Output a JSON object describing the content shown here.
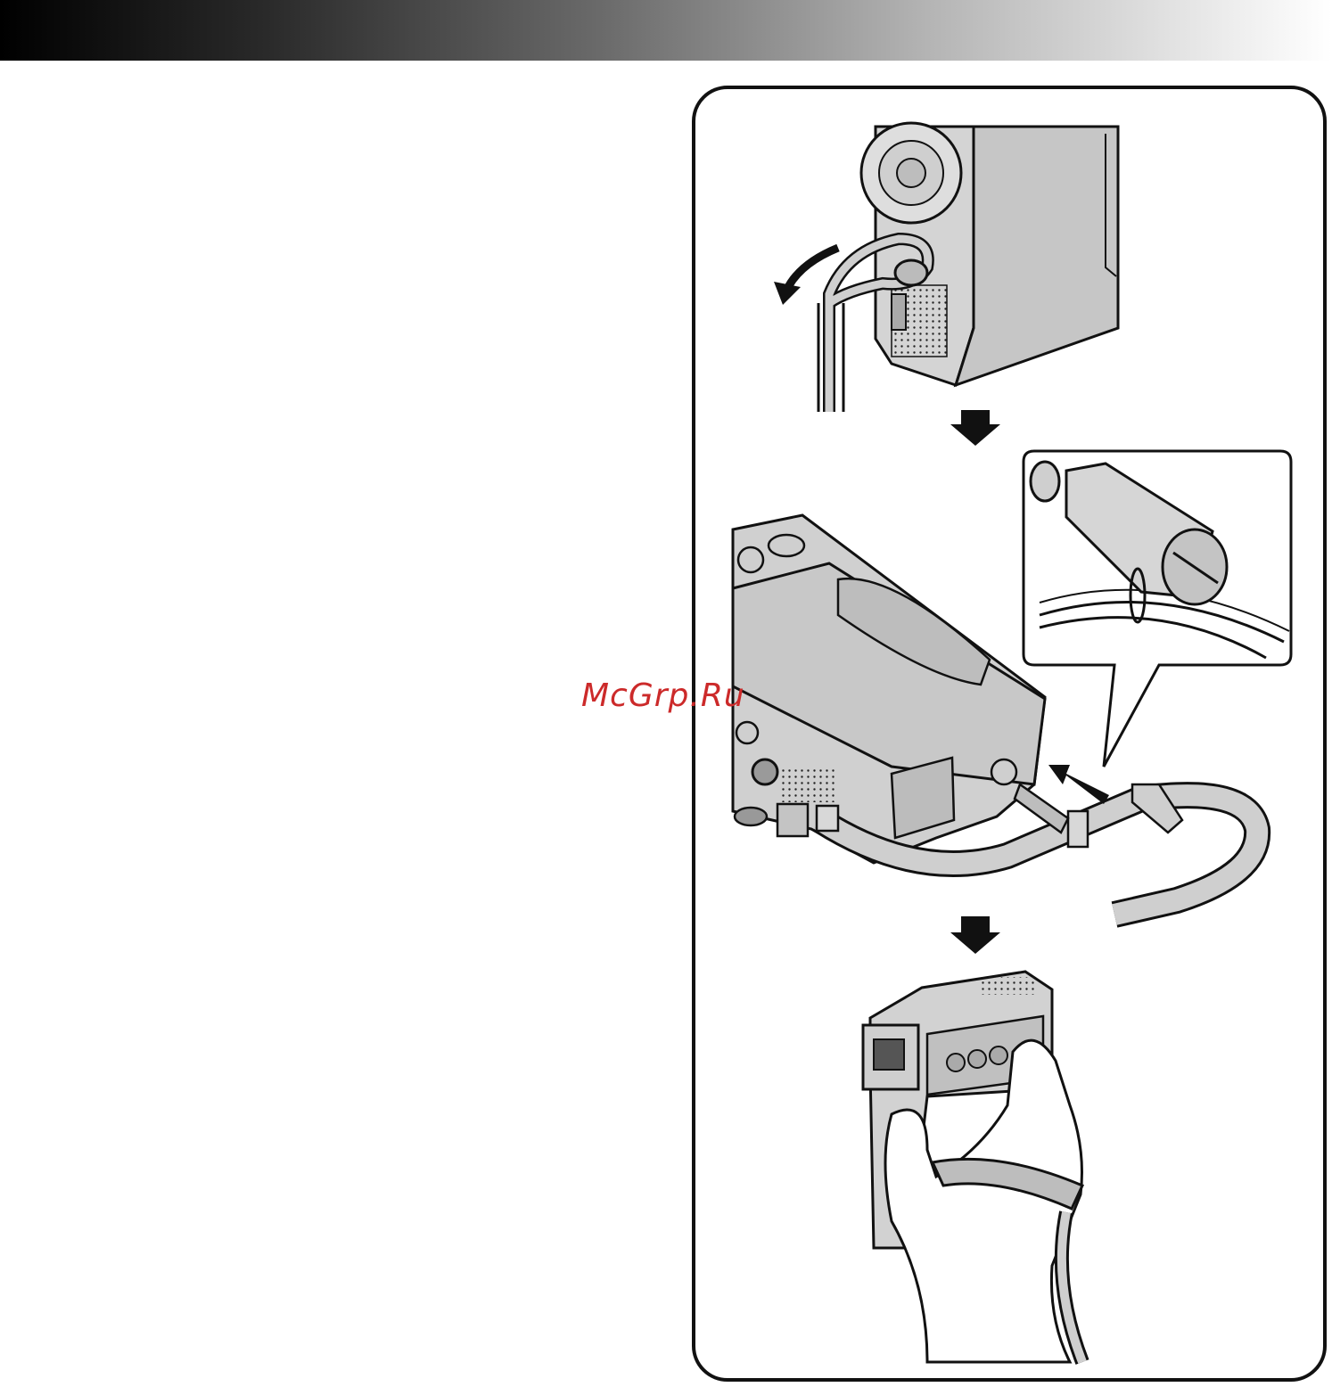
{
  "header": {
    "gradient_start": "#000000",
    "gradient_end": "#ffffff"
  },
  "watermark": {
    "text": "McGrp.Ru",
    "color": "#cc2a2a"
  },
  "illustration": {
    "steps": [
      {
        "name": "strap-loop-attach",
        "icon": "curved-arrow-icon"
      },
      {
        "name": "strap-lock-screw",
        "icon": "insert-arrow-icon"
      },
      {
        "name": "hand-grip",
        "icon": "hand-icon"
      }
    ],
    "step_arrows": [
      "down-arrow-icon",
      "down-arrow-icon"
    ]
  }
}
